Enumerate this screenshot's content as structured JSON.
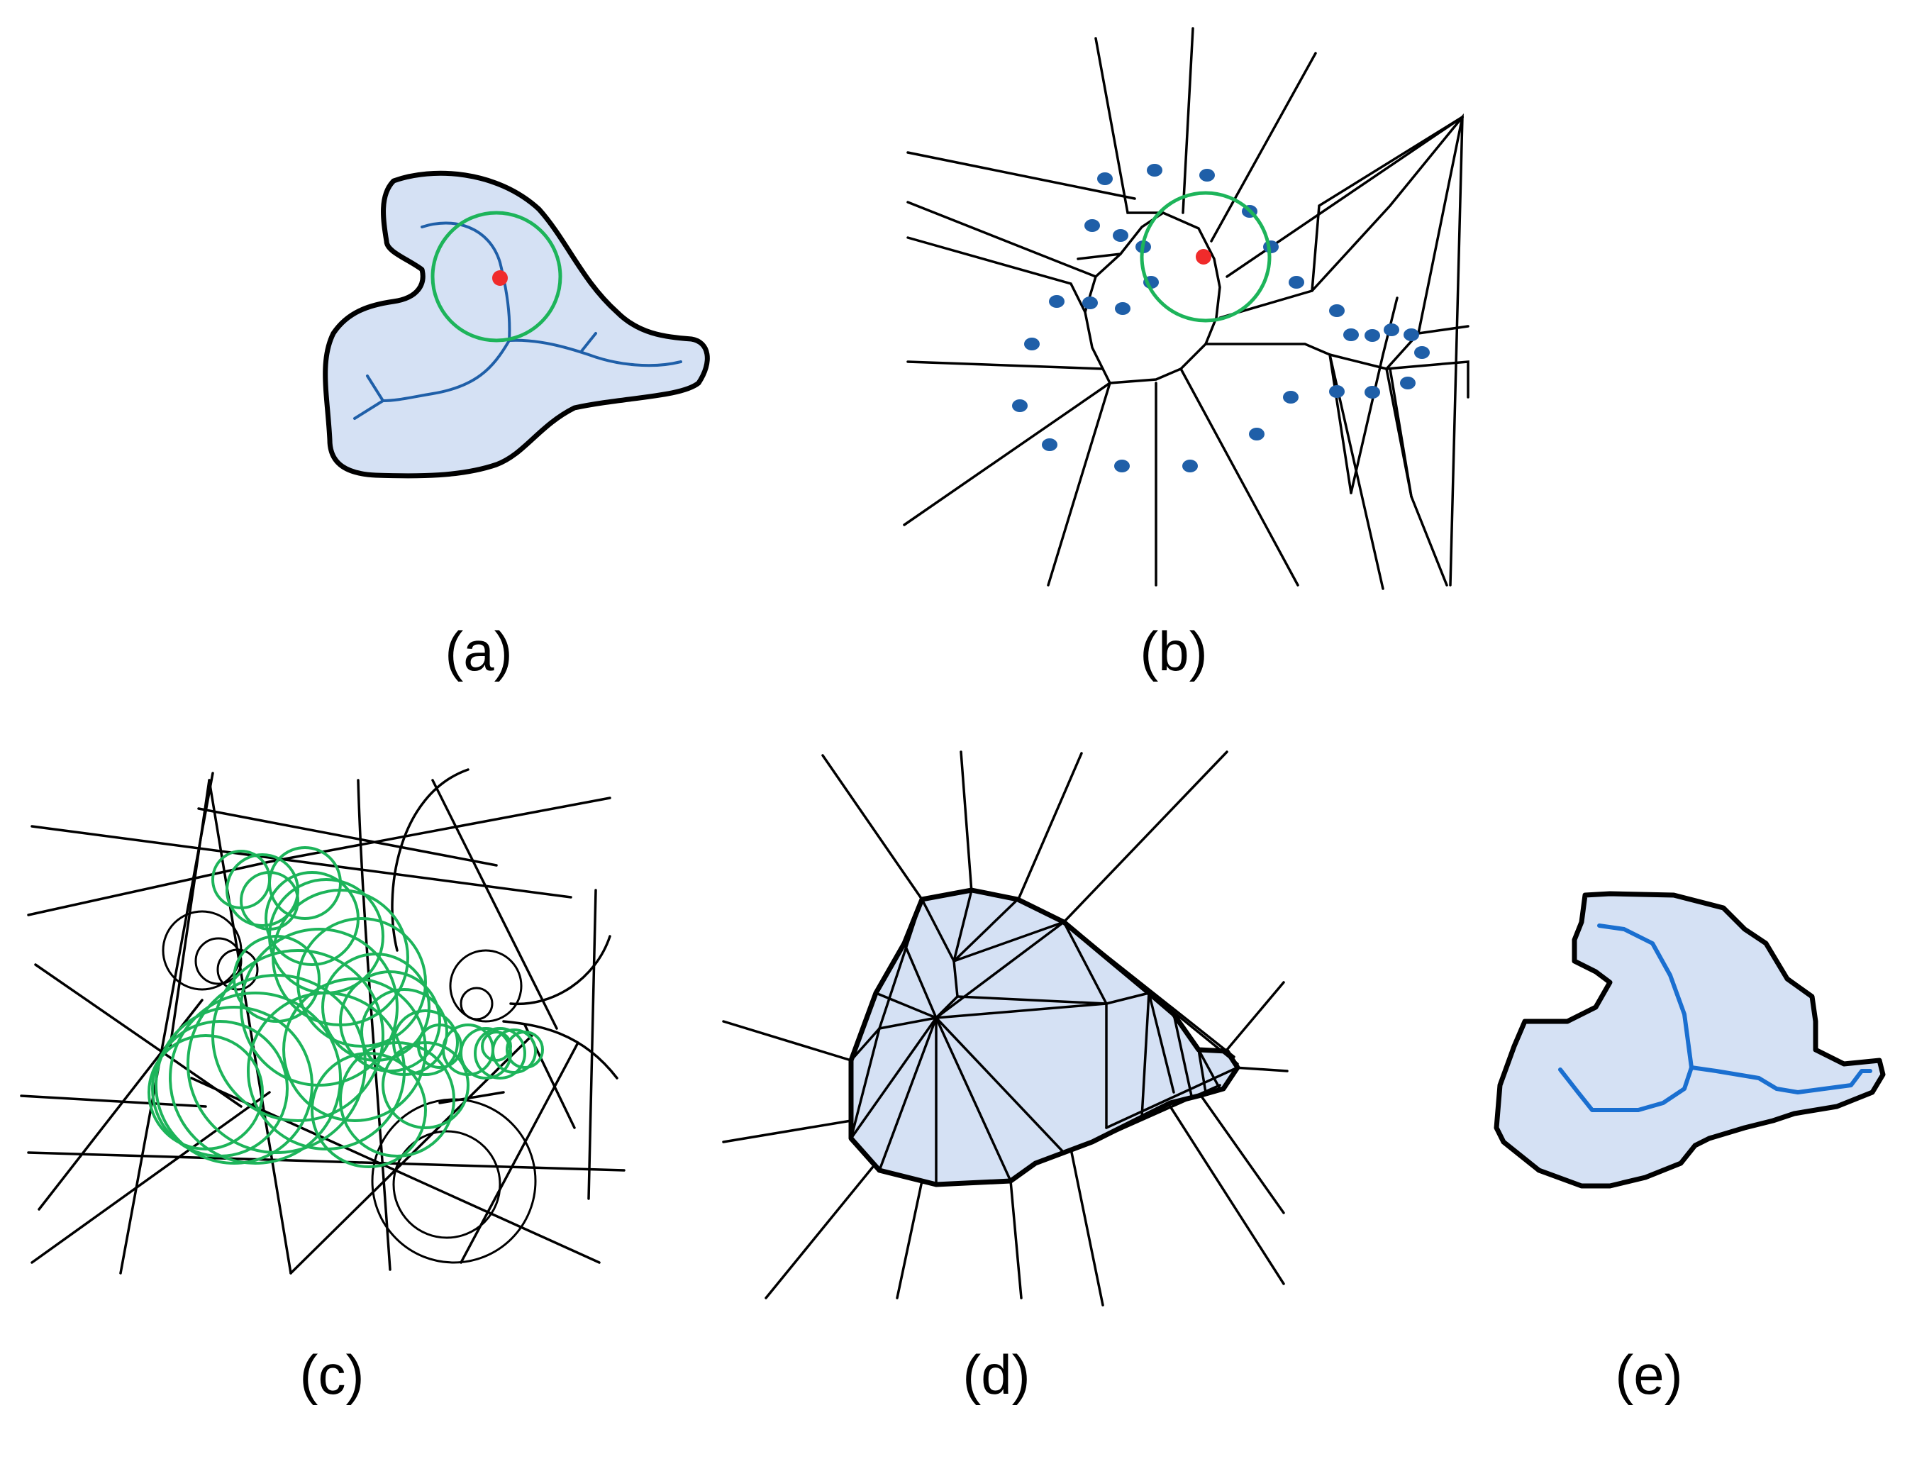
{
  "panels": [
    {
      "id": "a",
      "label": "(a)"
    },
    {
      "id": "b",
      "label": "(b)"
    },
    {
      "id": "c",
      "label": "(c)"
    },
    {
      "id": "d",
      "label": "(d)"
    },
    {
      "id": "e",
      "label": "(e)"
    }
  ],
  "colors": {
    "shape_fill": "#d5e1f4",
    "outline": "#000000",
    "skeleton": "#1f5fa8",
    "skeleton_bright": "#1a6fd0",
    "circle": "#1db45a",
    "point": "#1f5fa8",
    "highlight_point": "#f02b2b"
  }
}
